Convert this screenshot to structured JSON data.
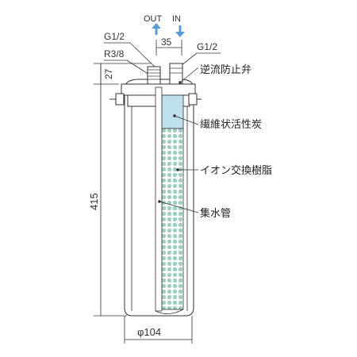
{
  "flow": {
    "out_label": "OUT",
    "in_label": "IN",
    "arrow_color": "#5b9bd5"
  },
  "dimensions": {
    "port_spacing": "35",
    "cap_height": "27",
    "overall_height": "415",
    "diameter": "φ104"
  },
  "threads": {
    "left_top": "G1/2",
    "left_bottom": "R3/8",
    "right": "G1/2"
  },
  "callouts": {
    "check_valve": "逆流防止弁",
    "activated_carbon": "繊維状活性炭",
    "ion_exchange": "イオン交換樹脂",
    "collection_pipe": "集水管"
  },
  "colors": {
    "carbon_fill": "#bfe0ee",
    "resin_fill": "#9bcfc0",
    "resin_bg": "#ffffff",
    "line": "#333333"
  }
}
